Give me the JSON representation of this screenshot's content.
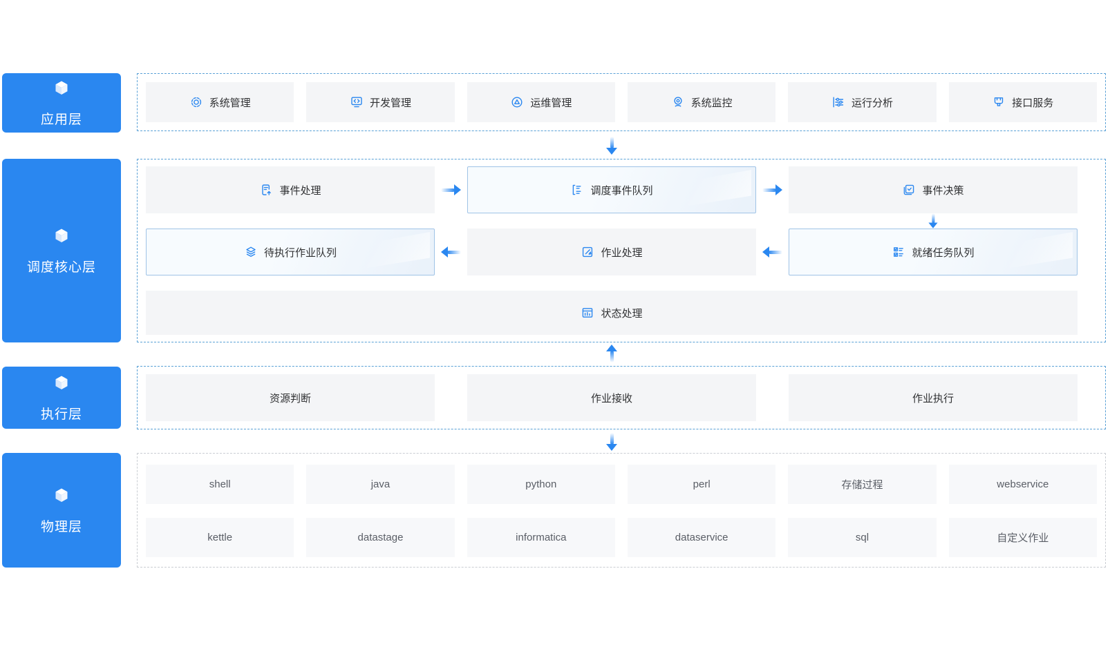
{
  "badges": {
    "app": {
      "label": "应用层",
      "icon": "cube-icon"
    },
    "core": {
      "label": "调度核心层",
      "icon": "cube-icon"
    },
    "exec": {
      "label": "执行层",
      "icon": "cube-icon"
    },
    "phys": {
      "label": "物理层",
      "icon": "cube-icon"
    }
  },
  "app_layer": {
    "items": [
      {
        "label": "系统管理",
        "icon": "gear-icon"
      },
      {
        "label": "开发管理",
        "icon": "dev-monitor-icon"
      },
      {
        "label": "运维管理",
        "icon": "alarm-icon"
      },
      {
        "label": "系统监控",
        "icon": "camera-icon"
      },
      {
        "label": "运行分析",
        "icon": "sliders-icon"
      },
      {
        "label": "接口服务",
        "icon": "plug-icon"
      }
    ]
  },
  "core_layer": {
    "row1": [
      {
        "label": "事件处理",
        "icon": "document-add-icon",
        "highlight": false
      },
      {
        "label": "调度事件队列",
        "icon": "queue-list-icon",
        "highlight": true
      },
      {
        "label": "事件决策",
        "icon": "decision-check-icon",
        "highlight": false
      }
    ],
    "row2": [
      {
        "label": "待执行作业队列",
        "icon": "layers-icon",
        "highlight": true
      },
      {
        "label": "作业处理",
        "icon": "edit-square-icon",
        "highlight": false
      },
      {
        "label": "就绪任务队列",
        "icon": "checklist-icon",
        "highlight": true
      }
    ],
    "row3": {
      "label": "状态处理",
      "icon": "status-chart-icon"
    }
  },
  "exec_layer": {
    "items": [
      {
        "label": "资源判断"
      },
      {
        "label": "作业接收"
      },
      {
        "label": "作业执行"
      }
    ]
  },
  "phys_layer": {
    "row1": [
      "shell",
      "java",
      "python",
      "perl",
      "存储过程",
      "webservice"
    ],
    "row2": [
      "kettle",
      "datastage",
      "informatica",
      "dataservice",
      "sql",
      "自定义作业"
    ]
  },
  "colors": {
    "accent": "#2a87f0",
    "dashed_border": "#58a0d6",
    "phys_dashed_border": "#c9cdd2",
    "highlight_border": "#9fc3e6",
    "box_bg": "#f4f5f7",
    "phys_box_bg": "#f7f8fa"
  }
}
